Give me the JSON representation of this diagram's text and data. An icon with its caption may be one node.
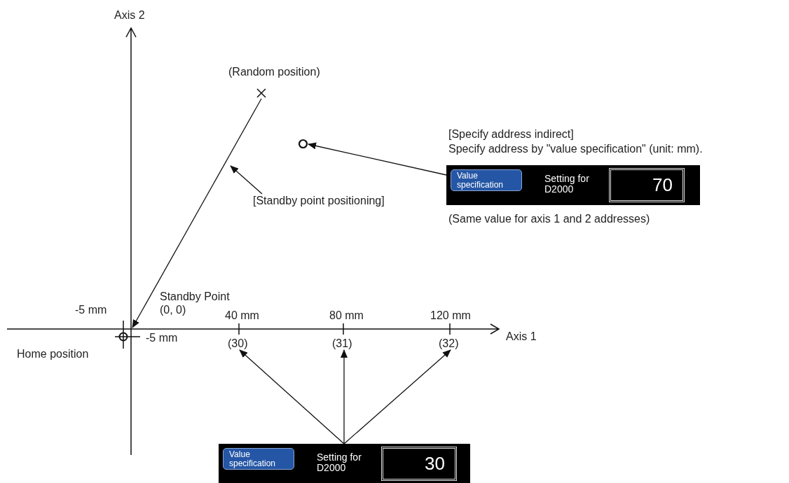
{
  "diagram": {
    "nodes": [
      {
        "text": [
          "(Random position)"
        ]
      },
      {
        "text": [],
        "shape": "circle"
      },
      {
        "text": [
          "Value specification",
          "Setting for D2000",
          "70"
        ]
      },
      {
        "text": [
          "[Standby point positioning]"
        ]
      },
      {
        "text": [
          "Standby Point (0, 0)"
        ]
      },
      {
        "text": [
          "(30)"
        ]
      },
      {
        "text": [
          "(31)"
        ]
      },
      {
        "text": [
          "(32)"
        ]
      },
      {
        "text": [
          "Value specification",
          "Setting for D2000",
          "30"
        ]
      }
    ],
    "edges": [
      {
        "from": 0,
        "to": 4,
        "arrow": "to"
      },
      {
        "from": 2,
        "to": 1,
        "arrow": "to"
      },
      {
        "from": 3,
        "to": null,
        "arrow": "to"
      },
      {
        "from": 8,
        "to": 5,
        "arrow": "to"
      },
      {
        "from": 8,
        "to": 6,
        "arrow": "to"
      },
      {
        "from": 8,
        "to": 7,
        "arrow": "to"
      }
    ],
    "labels": [
      "Axis 2",
      "[Specify address indirect]",
      "Specify address by \"value specification\" (unit: mm).",
      "(Same value for axis 1 and 2 addresses)",
      "-5 mm",
      "40 mm",
      "80 mm",
      "120 mm",
      "Axis 1",
      "-5 mm",
      "Home position"
    ]
  }
}
